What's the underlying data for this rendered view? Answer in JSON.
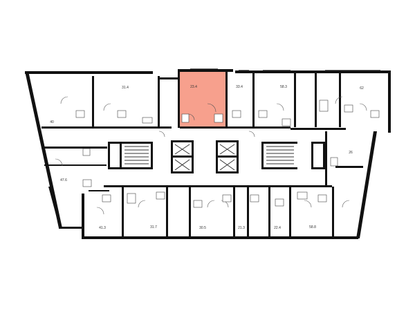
{
  "plan": {
    "highlight_color": "#f7a08d",
    "wall_color": "#111111",
    "units": [
      {
        "id": "u-40",
        "label": "40"
      },
      {
        "id": "u-31-4",
        "label": "31.4"
      },
      {
        "id": "u-23-4",
        "label": "23.4",
        "selected": true
      },
      {
        "id": "u-33-4",
        "label": "33.4"
      },
      {
        "id": "u-58-3",
        "label": "58.3"
      },
      {
        "id": "u-62",
        "label": "62"
      },
      {
        "id": "u-47-6",
        "label": "47.6"
      },
      {
        "id": "u-26",
        "label": "26"
      },
      {
        "id": "u-41-3",
        "label": "41.3"
      },
      {
        "id": "u-31-7",
        "label": "31.7"
      },
      {
        "id": "u-30-5",
        "label": "30.5"
      },
      {
        "id": "u-21-3",
        "label": "21.3"
      },
      {
        "id": "u-22-4",
        "label": "22.4"
      },
      {
        "id": "u-58-8",
        "label": "58.8"
      }
    ]
  }
}
